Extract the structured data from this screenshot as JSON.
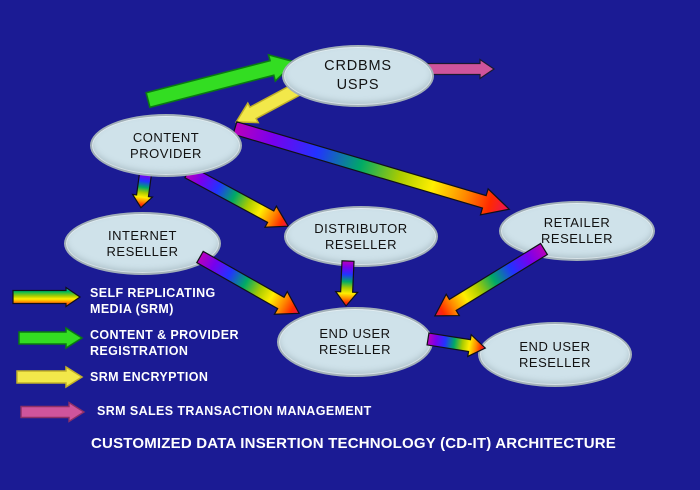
{
  "title": "CUSTOMIZED DATA INSERTION TECHNOLOGY (CD-IT) ARCHITECTURE",
  "nodes": {
    "crdbms": {
      "lines": [
        "CRDBMS",
        "USPS"
      ]
    },
    "content_provider": {
      "lines": [
        "CONTENT",
        "PROVIDER"
      ]
    },
    "internet_reseller": {
      "lines": [
        "INTERNET",
        "RESELLER"
      ]
    },
    "distributor_reseller": {
      "lines": [
        "DISTRIBUTOR",
        "RESELLER"
      ]
    },
    "retailer_reseller": {
      "lines": [
        "RETAILER",
        "RESELLER"
      ]
    },
    "end_user_reseller_1": {
      "lines": [
        "END USER",
        "RESELLER"
      ]
    },
    "end_user_reseller_2": {
      "lines": [
        "END USER",
        "RESELLER"
      ]
    }
  },
  "legend": {
    "items": [
      {
        "icon": "rainbow-arrow",
        "lines": [
          "SELF REPLICATING",
          "MEDIA (SRM)"
        ]
      },
      {
        "icon": "green-arrow",
        "lines": [
          "CONTENT & PROVIDER",
          "REGISTRATION"
        ]
      },
      {
        "icon": "yellow-arrow",
        "lines": [
          "SRM ENCRYPTION"
        ]
      },
      {
        "icon": "pink-arrow",
        "lines": [
          "SRM SALES TRANSACTION MANAGEMENT"
        ]
      }
    ]
  },
  "colors": {
    "background": "#1b1b94",
    "node_fill": "#cfe2ea",
    "node_border": "#a2b0b8",
    "green": "#33dd22",
    "yellow": "#f2e84a",
    "pink": "#cf549c",
    "text_light": "#ffffff",
    "text_dark": "#121212"
  }
}
